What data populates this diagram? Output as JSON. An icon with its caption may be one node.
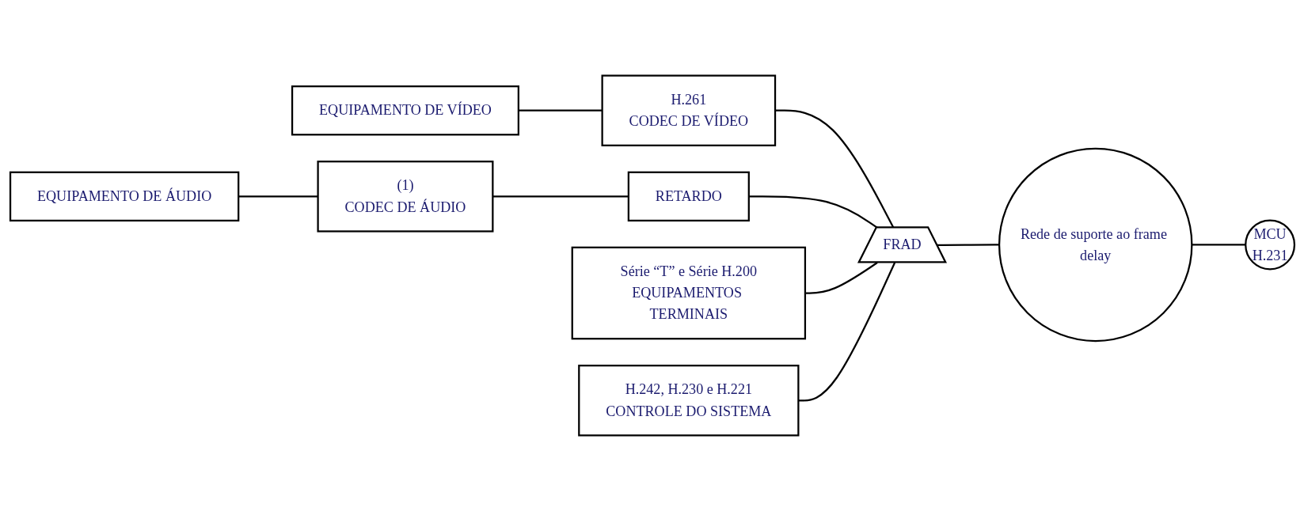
{
  "diagram": {
    "nodes": [
      {
        "text": [
          "EQUIPAMENTO DE VÍDEO"
        ]
      },
      {
        "text": [
          "H.261",
          "CODEC DE VÍDEO"
        ]
      },
      {
        "text": [
          "EQUIPAMENTO DE ÁUDIO"
        ]
      },
      {
        "text": [
          "(1)",
          "CODEC DE ÁUDIO"
        ]
      },
      {
        "text": [
          "RETARDO"
        ]
      },
      {
        "text": [
          "Série “T” e Série H.200",
          "EQUIPAMENTOS TERMINAIS"
        ]
      },
      {
        "text": [
          "H.242, H.230 e H.221",
          "CONTROLE DO SISTEMA"
        ]
      },
      {
        "text": [
          "FRAD"
        ]
      },
      {
        "text": [
          "Rede de suporte ao frame delay"
        ]
      },
      {
        "text": [
          "MCU",
          "H.231"
        ]
      }
    ],
    "edges": [
      {
        "from": 0,
        "to": 1,
        "arrow": "none"
      },
      {
        "from": 1,
        "to": 7,
        "arrow": "none"
      },
      {
        "from": 2,
        "to": 3,
        "arrow": "none"
      },
      {
        "from": 3,
        "to": 4,
        "arrow": "none"
      },
      {
        "from": 4,
        "to": 7,
        "arrow": "none"
      },
      {
        "from": 5,
        "to": 7,
        "arrow": "none"
      },
      {
        "from": 6,
        "to": 7,
        "arrow": "none"
      },
      {
        "from": 7,
        "to": 8,
        "arrow": "none"
      },
      {
        "from": 8,
        "to": 9,
        "arrow": "none"
      }
    ]
  }
}
